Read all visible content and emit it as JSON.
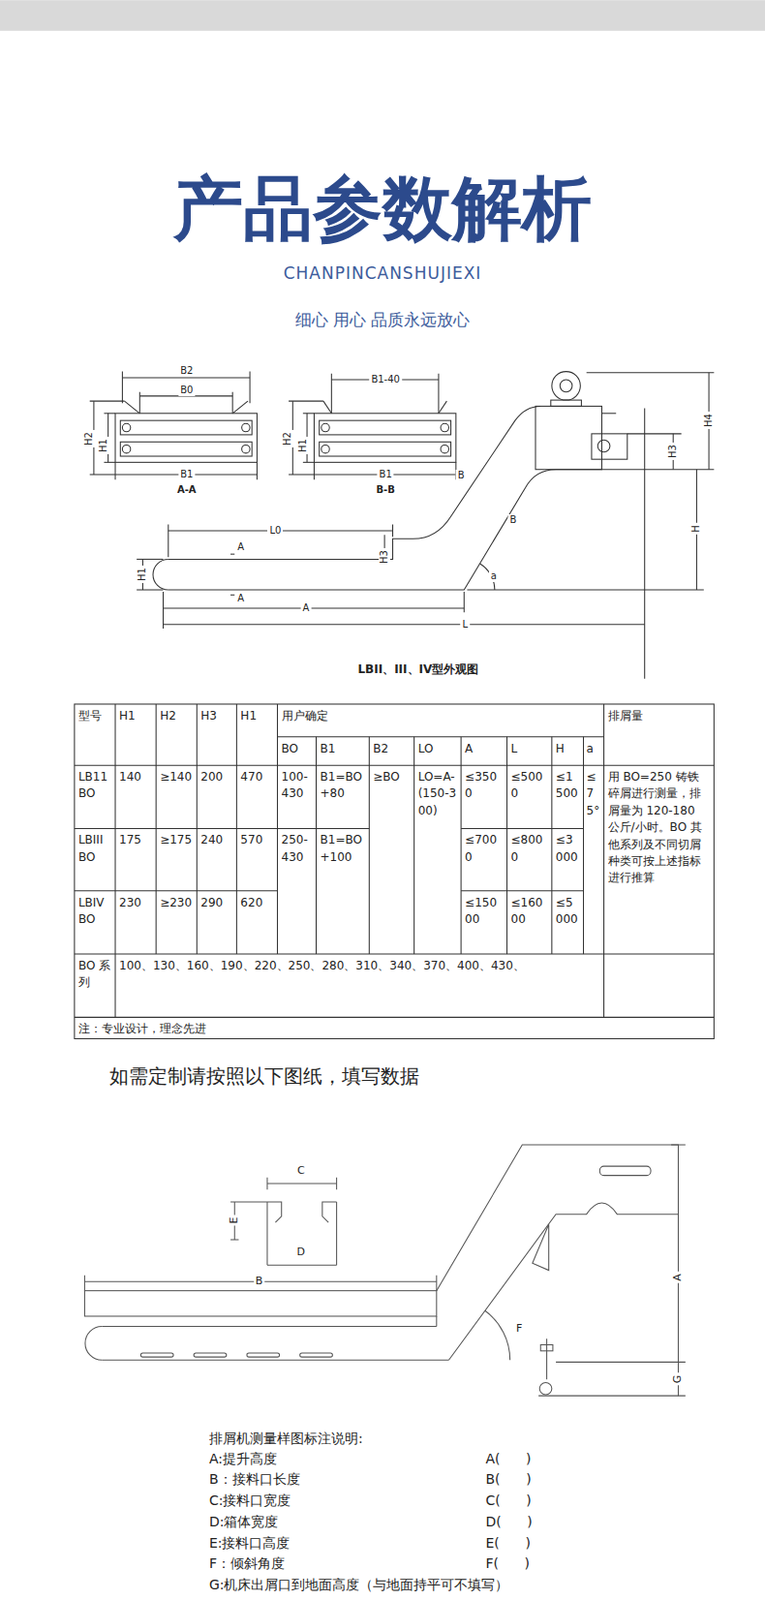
{
  "diagram": {
    "title": "产品参数解析",
    "labels": [
      "CHANPINCANSHUJIEXI",
      "细心 用心 品质永远放心",
      "B2",
      "B0",
      "H2",
      "H1",
      "B1",
      "A-A",
      "B1-40",
      "H2",
      "H1",
      "B1",
      "B-B",
      "L0",
      "A",
      "H1",
      "H3",
      "A",
      "A",
      "L",
      "B",
      "B",
      "a",
      "H4",
      "H3",
      "H",
      "LBII、III、IV型外观图",
      "型号",
      "H1",
      "H2",
      "H3",
      "H1",
      "用户确定",
      "BO",
      "B1",
      "B2",
      "LO",
      "A",
      "L",
      "H",
      "a",
      "排屑量",
      "LB11BO",
      "140",
      "≥140",
      "200",
      "470",
      "100-430",
      "B1=BO+80",
      "≥BO",
      "LO=A-(150-300)",
      "≤3500",
      "≤5000",
      "≤1500",
      "≤75°",
      "用 BO=250 铸铁碎屑进行测量，排屑量为 120-180 公斤/小时。BO 其他系列及不同切屑种类可按上述指标进行推算",
      "LBIII BO",
      "175",
      "≥175",
      "240",
      "570",
      "250-430",
      "B1=BO+100",
      "≤7000",
      "≤8000",
      "≤3000",
      "LBIV BO",
      "230",
      "≥230",
      "290",
      "620",
      "≤15000",
      "≤16000",
      "≤5000",
      "BO 系列",
      "100、130、160、190、220、250、280、310、340、370、400、430、",
      "注：专业设计，理念先进",
      "如需定制请按照以下图纸，填写数据",
      "C",
      "E",
      "D",
      "B",
      "F",
      "A",
      "G",
      "排屑机测量样图标注说明:",
      "A:提升高度",
      "A(      )",
      "B：接料口长度",
      "B(      )",
      "C:接料口宽度",
      "C(      )",
      "D:箱体宽度",
      "D(      )",
      "E:接料口高度",
      "E(      )",
      "F：倾斜角度",
      "F(      )",
      "G:机床出屑口到地面高度（与地面持平可不填写）"
    ]
  }
}
